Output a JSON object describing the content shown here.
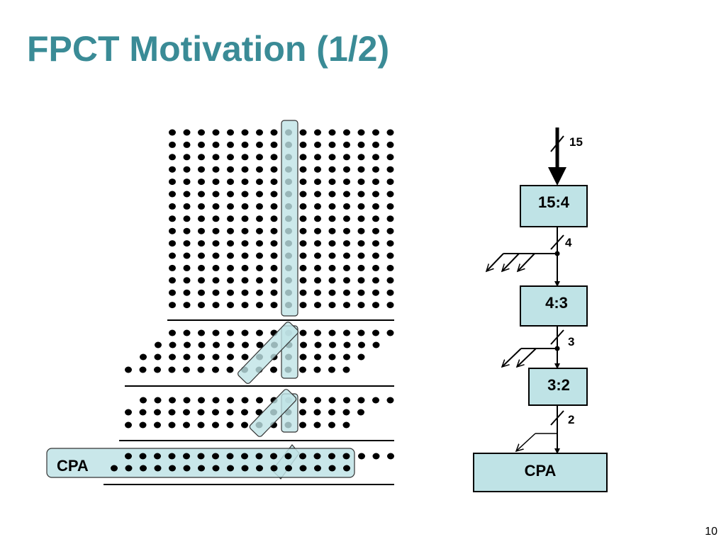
{
  "slide": {
    "title": "FPCT Motivation (1/2)",
    "number": "10"
  },
  "dot_array": {
    "cpa_label": "CPA"
  },
  "flow": {
    "input_width": "15",
    "stages": [
      {
        "label": "15:4",
        "output_width": "4"
      },
      {
        "label": "4:3",
        "output_width": "3"
      },
      {
        "label": "3:2",
        "output_width": "2"
      }
    ],
    "final_label": "CPA"
  },
  "colors": {
    "title": "#3a8b96",
    "highlight_fill": "#bfe3e6",
    "box_fill": "#bfe3e6"
  }
}
